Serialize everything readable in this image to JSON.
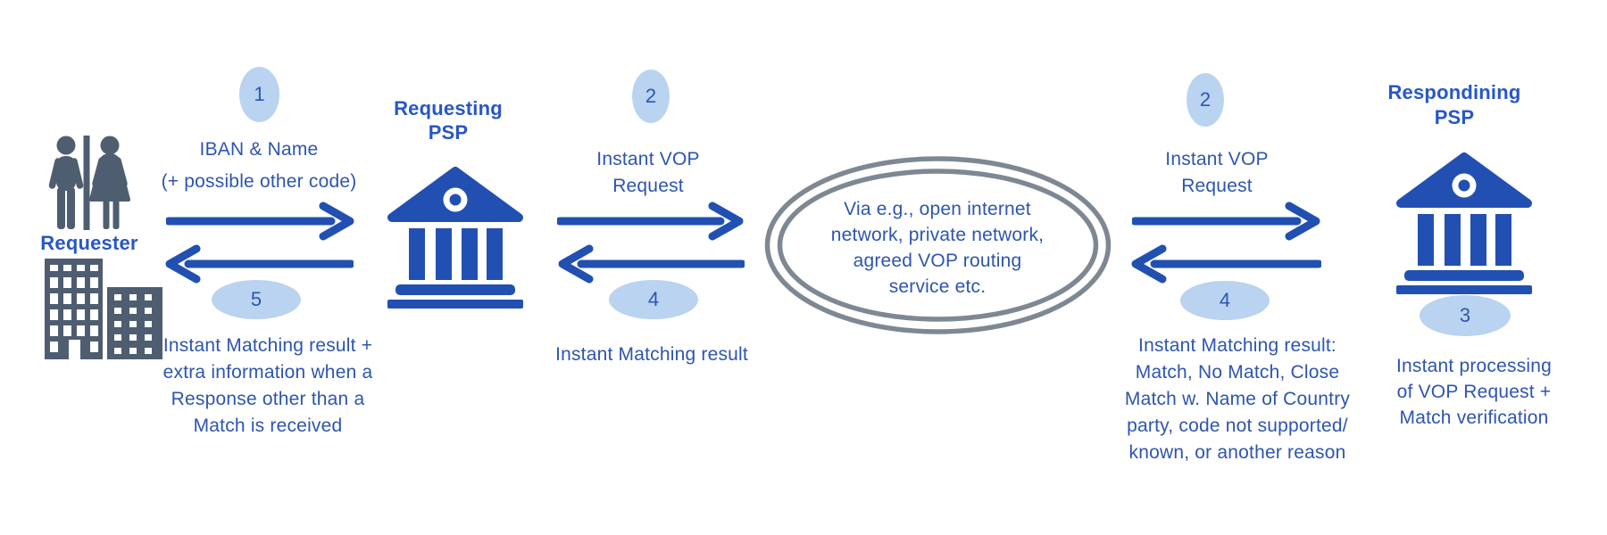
{
  "colors": {
    "arrow_icon_blue": "#2150b2",
    "body_text_blue": "#2d55b0",
    "header_blue": "#2757c6",
    "bubble_fill": "#b9d3f0",
    "actor_slate": "#4e5e70",
    "oval_ring_gray": "#7d8893",
    "background": "#ffffff"
  },
  "requester": {
    "label": "Requester"
  },
  "requesting_psp": {
    "line1": "Requesting",
    "line2": "PSP"
  },
  "responding_psp": {
    "line1": "Respondining",
    "line2": "PSP"
  },
  "network": {
    "lines": [
      "Via e.g., open internet",
      "network, private network,",
      "agreed VOP routing",
      "service etc."
    ]
  },
  "step1": {
    "number": "1",
    "lines": [
      "IBAN & Name",
      "(+ possible other code)"
    ]
  },
  "step2_left": {
    "number": "2",
    "lines": [
      "Instant VOP",
      "Request"
    ]
  },
  "step2_right": {
    "number": "2",
    "lines": [
      "Instant VOP",
      "Request"
    ]
  },
  "step3": {
    "number": "3",
    "lines": [
      "Instant processing",
      "of VOP Request +",
      "Match verification"
    ]
  },
  "step4_left": {
    "number": "4",
    "text": "Instant Matching result"
  },
  "step4_right": {
    "number": "4",
    "lines": [
      "Instant Matching result:",
      "Match, No Match, Close",
      "Match w. Name of Country",
      "party, code not supported/",
      "known, or another reason"
    ]
  },
  "step5": {
    "number": "5",
    "lines": [
      "Instant Matching result +",
      "extra information when a",
      "Response other than a",
      "Match is received"
    ]
  }
}
